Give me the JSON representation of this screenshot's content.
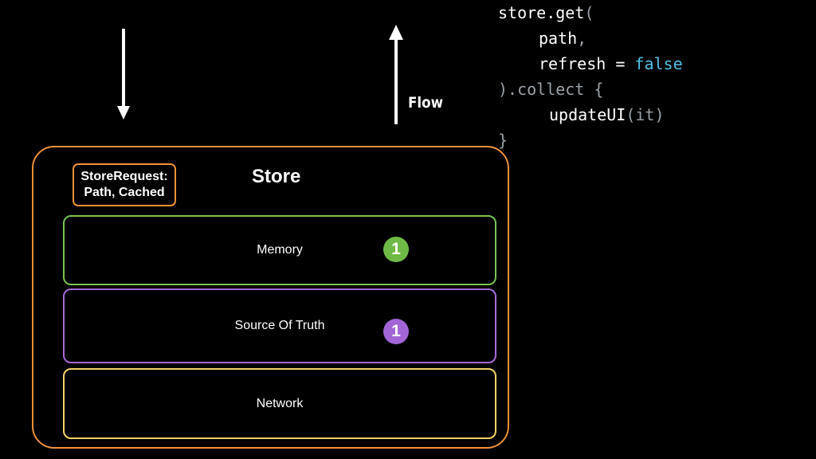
{
  "diagram": {
    "flow_label": "Flow",
    "store": {
      "title": "Store",
      "request_line1": "StoreRequest:",
      "request_line2": "Path, Cached",
      "layers": [
        {
          "label": "Memory",
          "badge": "1"
        },
        {
          "label": "Source Of Truth",
          "badge": "1"
        },
        {
          "label": "Network"
        }
      ]
    }
  },
  "code": {
    "line0_a": "store.get",
    "line0_b": "(",
    "line1_a": "path",
    "line1_b": ",",
    "line2_a": "refresh = ",
    "line2_b": "false",
    "line3_a": ").collect ",
    "line3_b": "{",
    "line4_a": "updateUI",
    "line4_b": "(it)",
    "line5": "}"
  },
  "colors": {
    "background": "#000000",
    "store_border": "#f0923a",
    "memory": "#79c24f",
    "source_of_truth": "#a66ad6",
    "network": "#f5d36a",
    "keyword": "#52c1e8"
  },
  "icons": [
    "arrow-down-icon",
    "arrow-up-icon"
  ]
}
